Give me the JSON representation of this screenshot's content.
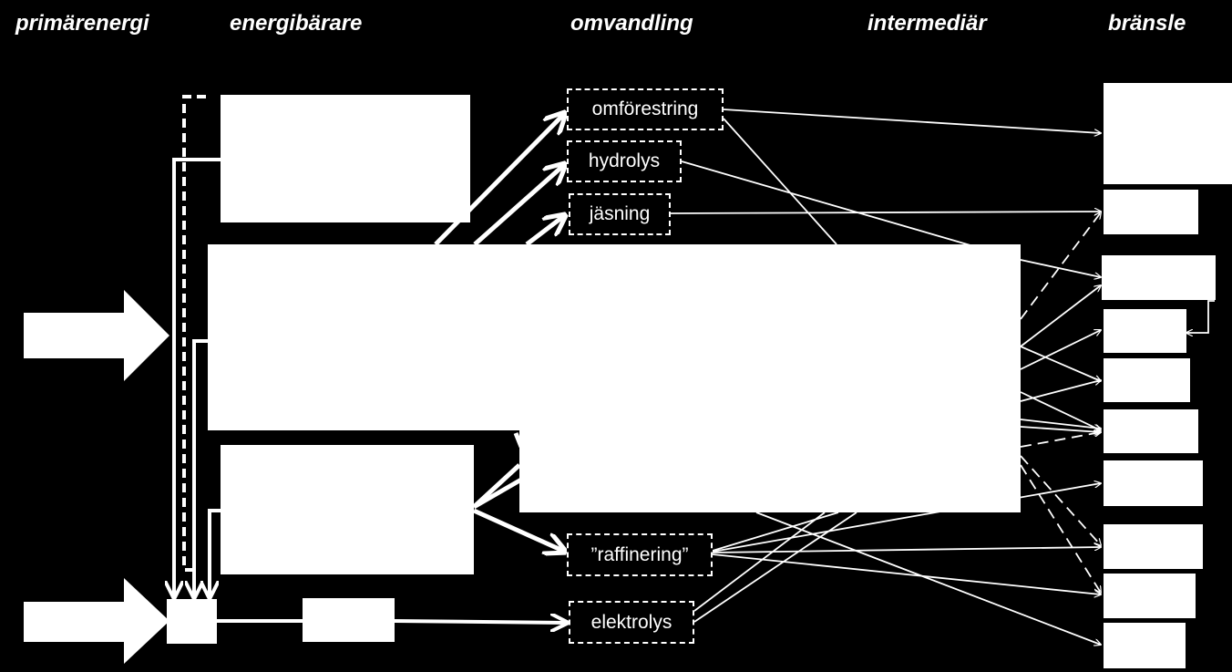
{
  "headers": {
    "primary": "primärenergi",
    "carrier": "energibärare",
    "conversion": "omvandling",
    "intermediate": "intermediär",
    "fuel": "bränsle"
  },
  "processes": {
    "transesterification": "omförestring",
    "hydrolysis": "hydrolys",
    "fermentation": "jäsning",
    "refining": "”raffinering”",
    "electrolysis": "elektrolys"
  },
  "colors": {
    "background": "#000000",
    "foreground": "#ffffff"
  }
}
